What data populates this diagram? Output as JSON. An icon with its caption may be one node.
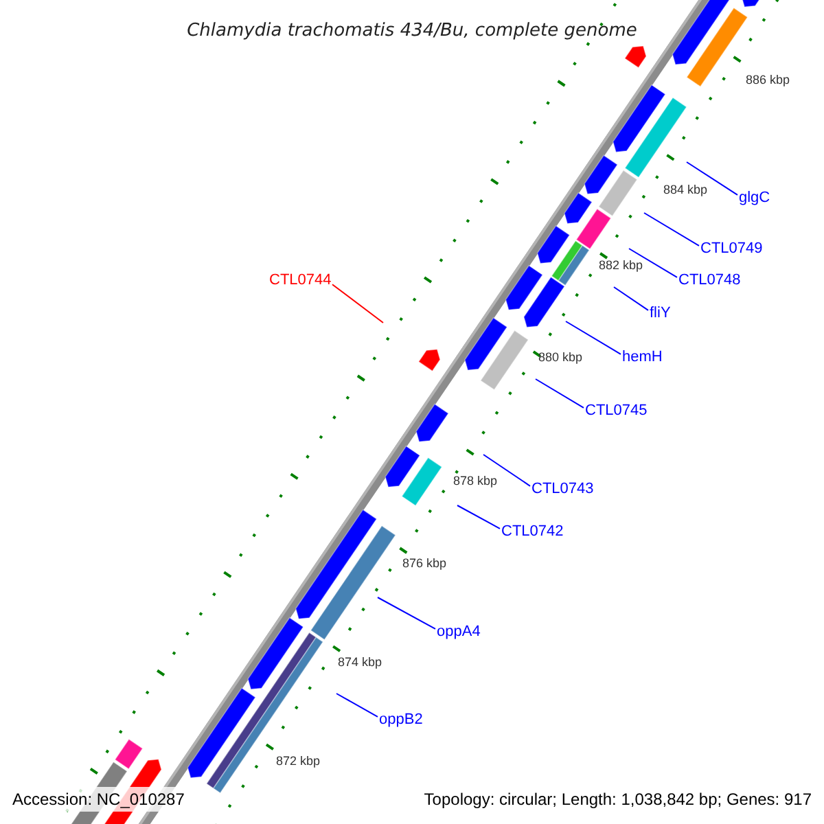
{
  "diagram": {
    "title": "Chlamydia trachomatis 434/Bu, complete genome",
    "nodes": [
      {
        "text": [
          "glgC"
        ]
      },
      {
        "text": [
          "CTL0749"
        ]
      },
      {
        "text": [
          "CTL0744"
        ]
      },
      {
        "text": [
          "CTL0748"
        ]
      },
      {
        "text": [
          "fliY"
        ]
      },
      {
        "text": [
          "hemH"
        ]
      },
      {
        "text": [
          "CTL0745"
        ]
      },
      {
        "text": [
          "CTL0743"
        ]
      },
      {
        "text": [
          "CTL0742"
        ]
      },
      {
        "text": [
          "oppA4"
        ]
      },
      {
        "text": [
          "oppB2"
        ]
      }
    ],
    "edges": [
      {
        "from": 0,
        "to": null,
        "arrow": "none"
      },
      {
        "from": 1,
        "to": null,
        "arrow": "none"
      },
      {
        "from": 2,
        "to": null,
        "arrow": "none",
        "color": "#ff0000"
      },
      {
        "from": 3,
        "to": null,
        "arrow": "none"
      },
      {
        "from": 4,
        "to": null,
        "arrow": "none"
      },
      {
        "from": 5,
        "to": null,
        "arrow": "none"
      },
      {
        "from": 6,
        "to": null,
        "arrow": "none"
      },
      {
        "from": 7,
        "to": null,
        "arrow": "none"
      },
      {
        "from": 8,
        "to": null,
        "arrow": "none"
      },
      {
        "from": 9,
        "to": null,
        "arrow": "none"
      },
      {
        "from": 10,
        "to": null,
        "arrow": "none"
      }
    ],
    "labels": [
      "886 kbp",
      "884 kbp",
      "882 kbp",
      "880 kbp",
      "878 kbp",
      "876 kbp",
      "874 kbp",
      "872 kbp",
      "Accession: NC_010287",
      "Topology: circular; Length: 1,038,842 bp; Genes: 917"
    ]
  }
}
